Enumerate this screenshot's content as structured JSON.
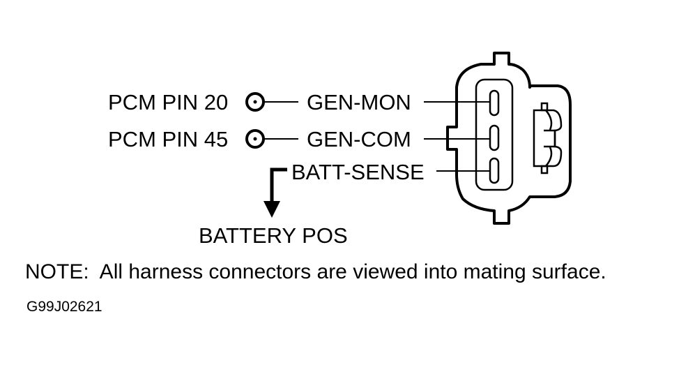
{
  "diagram": {
    "pins": [
      {
        "label": "PCM PIN 20",
        "signal": "GEN-MON"
      },
      {
        "label": "PCM PIN 45",
        "signal": "GEN-COM"
      }
    ],
    "batt_sense": {
      "signal": "BATT-SENSE",
      "destination": "BATTERY POS"
    },
    "connector": {
      "name": "generator-connector",
      "terminal_count": 3
    },
    "note": "NOTE:  All harness connectors are viewed into mating surface.",
    "figure_id": "G99J02621"
  }
}
